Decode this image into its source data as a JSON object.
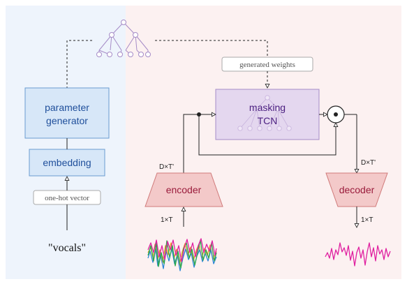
{
  "labels": {
    "generated_weights": "generated weights",
    "parameter_generator_line1": "parameter",
    "parameter_generator_line2": "generator",
    "embedding": "embedding",
    "one_hot_vector": "one-hot vector",
    "vocals": "\"vocals\"",
    "masking_line1": "masking",
    "masking_line2": "TCN",
    "encoder": "encoder",
    "decoder": "decoder",
    "multiply_symbol": "⊙",
    "dim_encoder_out": "D×T'",
    "dim_decoder_in": "D×T'",
    "dim_encoder_in": "1×T",
    "dim_decoder_out": "1×T"
  },
  "colors": {
    "left_panel_bg": "#eef4fc",
    "right_panel_bg": "#fcf1f1",
    "blue_box_fill": "#d7e7f8",
    "blue_box_stroke": "#6a9bd1",
    "blue_text": "#1f4f9b",
    "purple_box_fill": "#e4d7ef",
    "purple_box_stroke": "#a58bc7",
    "purple_text": "#4b1f80",
    "red_box_fill": "#f3c9c9",
    "red_box_stroke": "#d07a7a",
    "red_text": "#9a1b3b",
    "waveform_magenta": "#e020a0",
    "waveform_green": "#2aa84a",
    "waveform_blue": "#2a86d6",
    "waveform_orange": "#e8a020"
  }
}
